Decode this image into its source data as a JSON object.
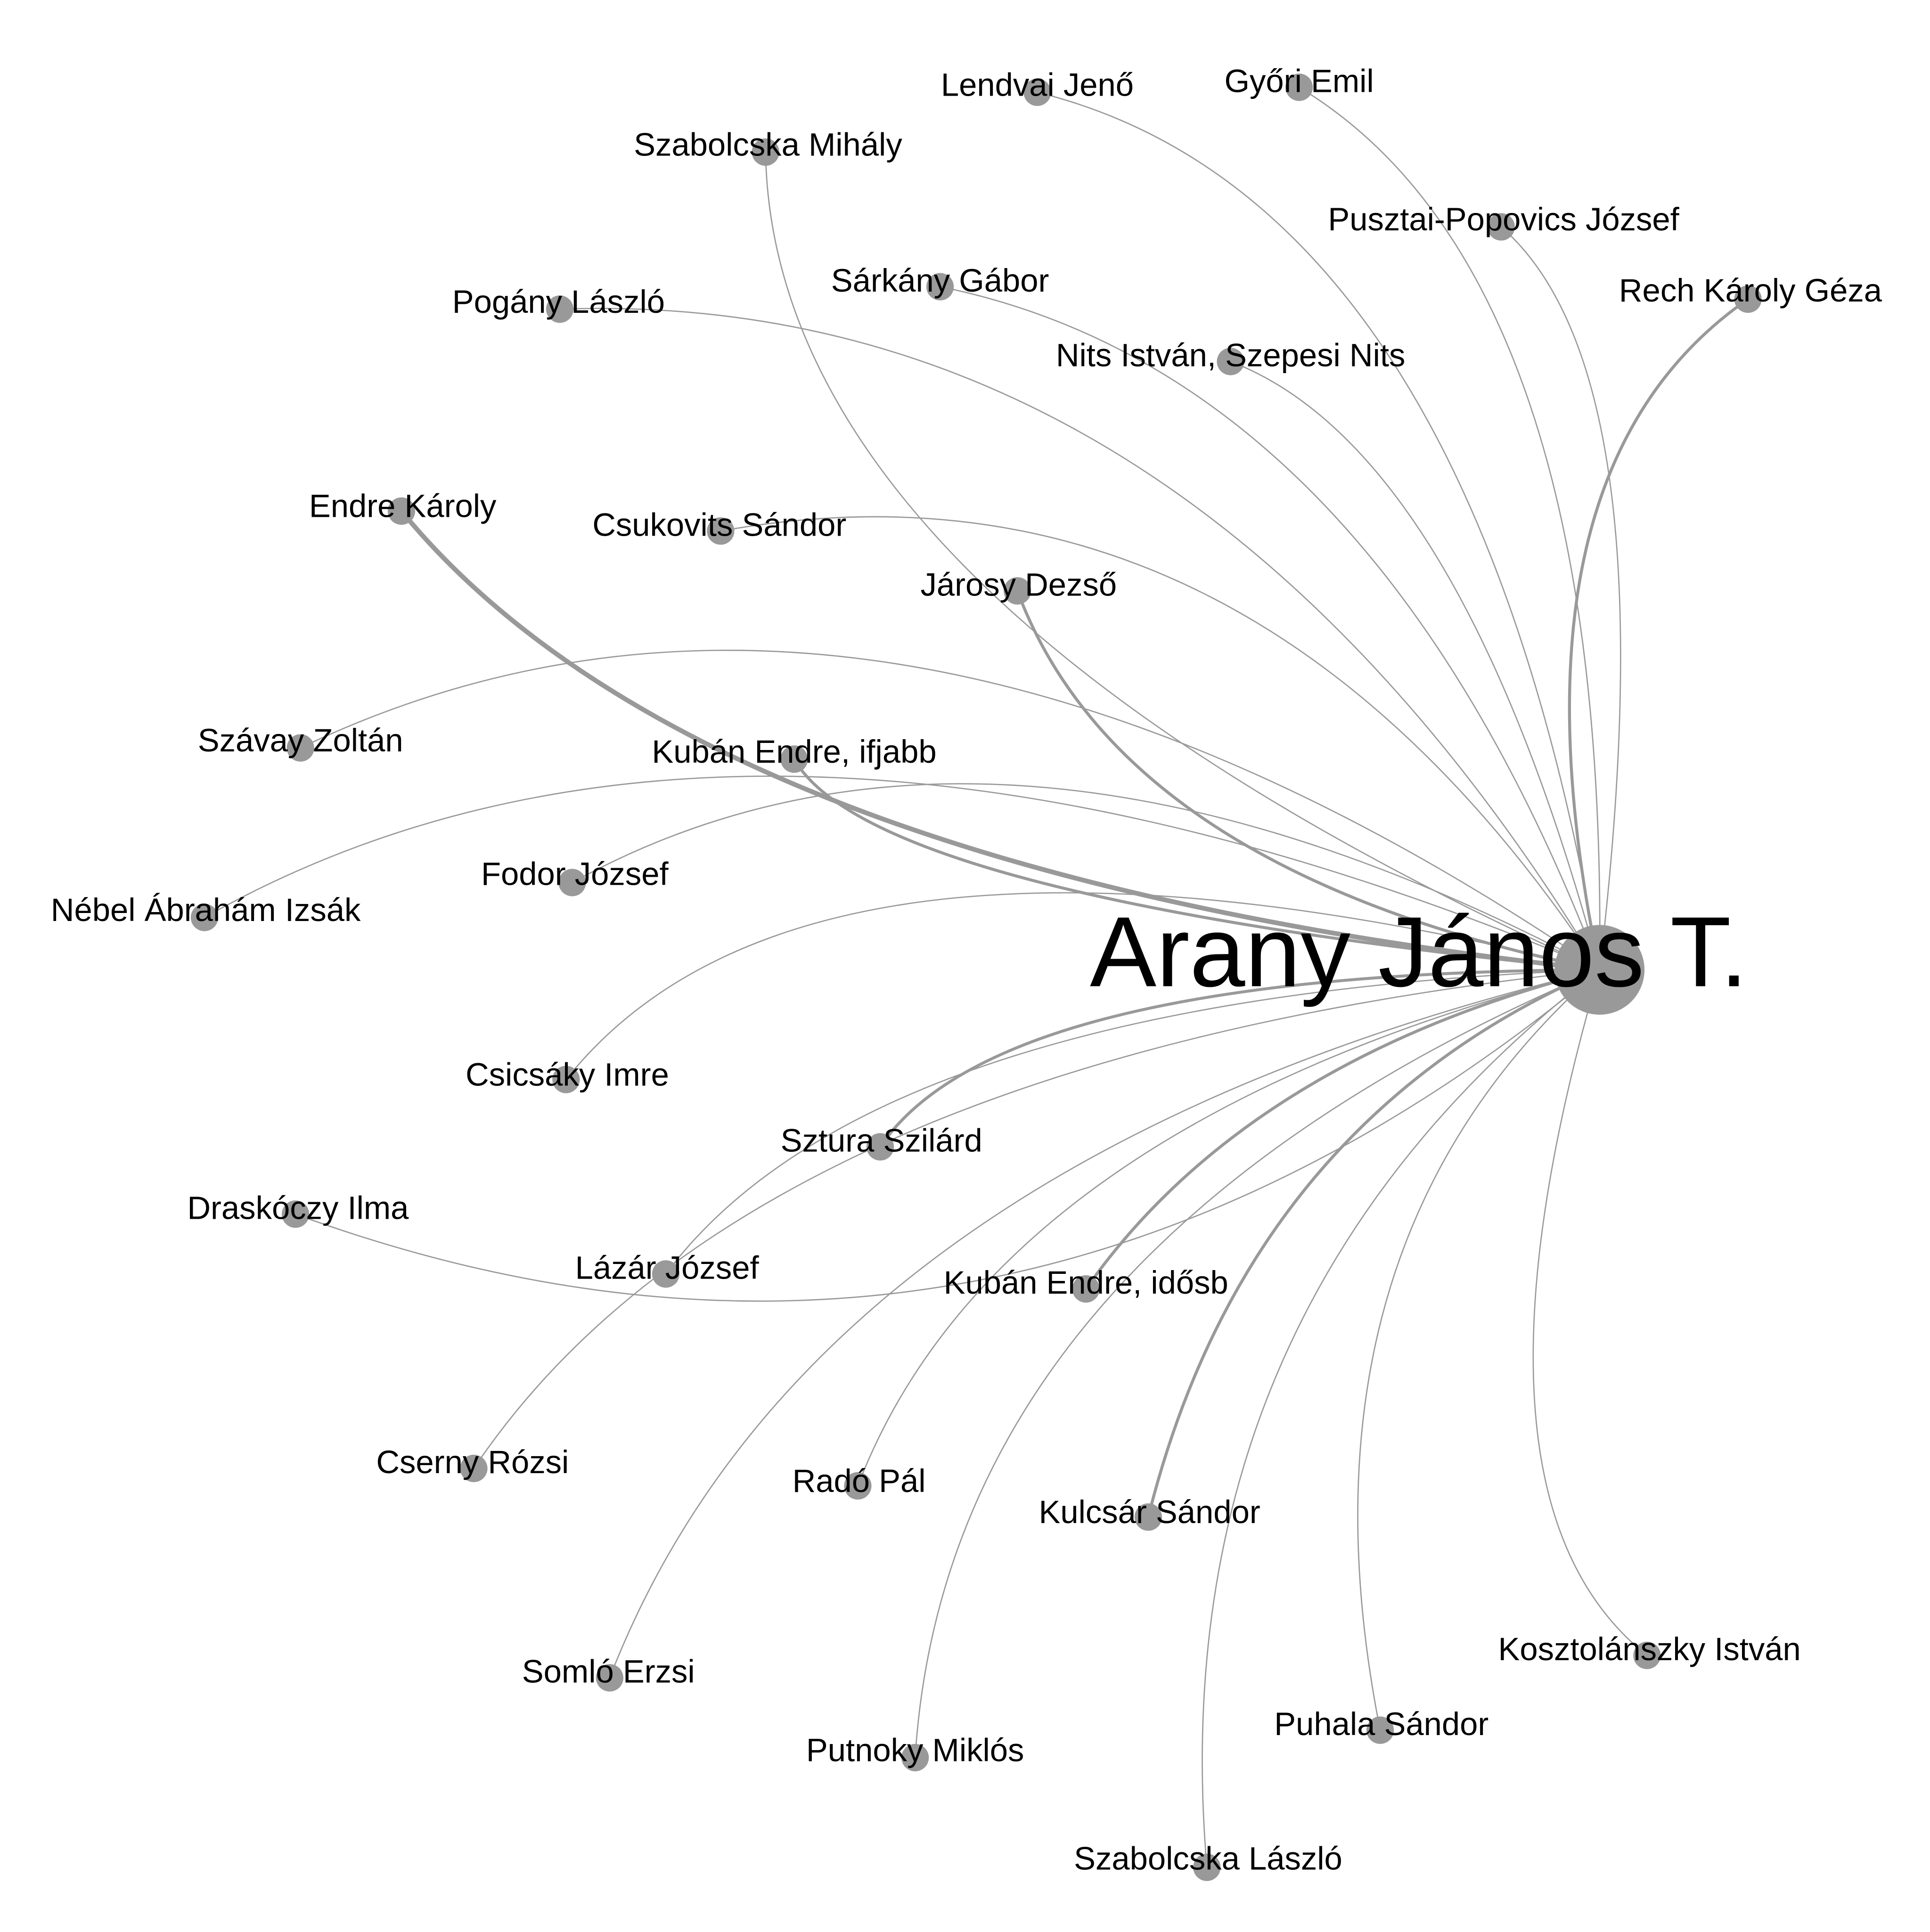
{
  "hub": {
    "label": "Arany János T.",
    "text_color": "#000000"
  },
  "node_color": "#999999",
  "edge_color": "#999999",
  "label_color": "#000000",
  "nodes": [
    {
      "label": "Lendvai Jenő",
      "weight": 1
    },
    {
      "label": "Győri Emil",
      "weight": 1
    },
    {
      "label": "Szabolcska Mihály",
      "weight": 1
    },
    {
      "label": "Pusztai-Popovics József",
      "weight": 1
    },
    {
      "label": "Sárkány Gábor",
      "weight": 1
    },
    {
      "label": "Pogány László",
      "weight": 1
    },
    {
      "label": "Rech Károly Géza",
      "weight": 2
    },
    {
      "label": "Nits István, Szepesi Nits",
      "weight": 1
    },
    {
      "label": "Endre Károly",
      "weight": 3
    },
    {
      "label": "Csukovits Sándor",
      "weight": 1
    },
    {
      "label": "Járosy Dezső",
      "weight": 2
    },
    {
      "label": "Szávay Zoltán",
      "weight": 1
    },
    {
      "label": "Kubán Endre, ifjabb",
      "weight": 2
    },
    {
      "label": "Fodor József",
      "weight": 1
    },
    {
      "label": "Nébel Ábrahám Izsák",
      "weight": 1
    },
    {
      "label": "Csicsáky Imre",
      "weight": 1
    },
    {
      "label": "Sztura Szilárd",
      "weight": 2
    },
    {
      "label": "Draskóczy Ilma",
      "weight": 1
    },
    {
      "label": "Lázár József",
      "weight": 1
    },
    {
      "label": "Kubán Endre, idősb",
      "weight": 2
    },
    {
      "label": "Cserny Rózsi",
      "weight": 1
    },
    {
      "label": "Radó Pál",
      "weight": 1
    },
    {
      "label": "Kulcsár Sándor",
      "weight": 2
    },
    {
      "label": "Somló Erzsi",
      "weight": 1
    },
    {
      "label": "Kosztolánszky István",
      "weight": 1
    },
    {
      "label": "Putnoky Miklós",
      "weight": 1
    },
    {
      "label": "Puhala Sándor",
      "weight": 1
    },
    {
      "label": "Szabolcska László",
      "weight": 1
    }
  ]
}
